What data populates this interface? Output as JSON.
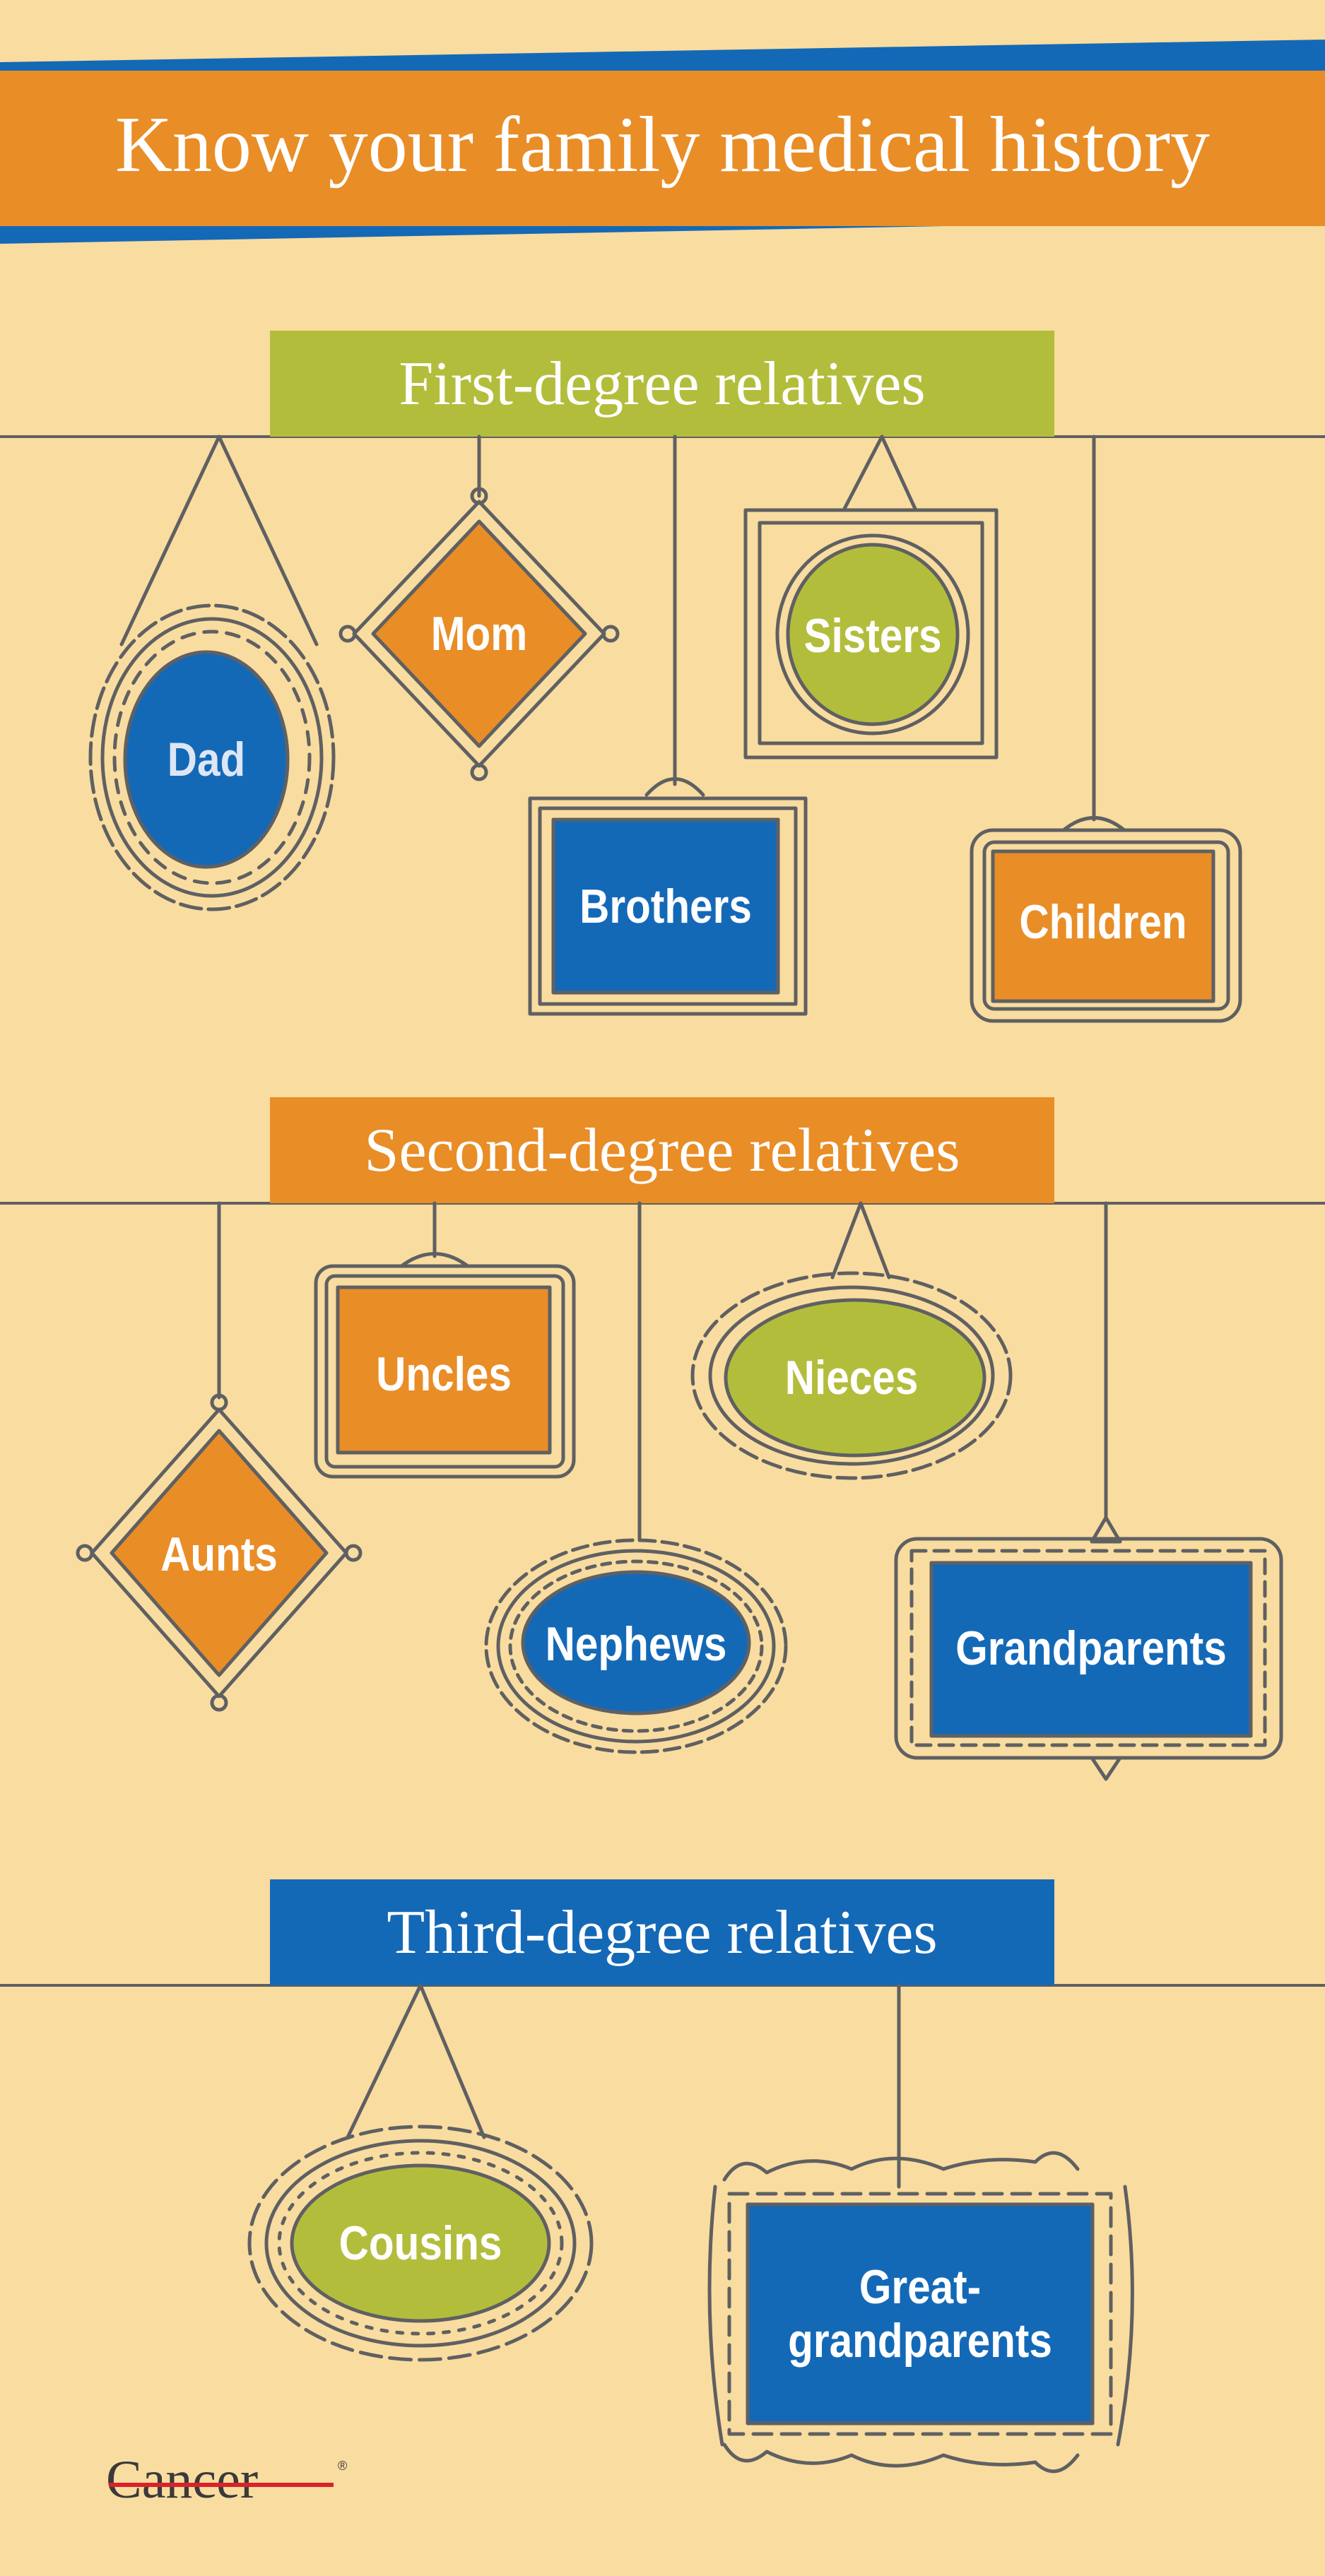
{
  "colors": {
    "background": "#f9dc9f",
    "orange": "#e98d27",
    "blue": "#1469b7",
    "green": "#b3bd3c",
    "line": "#5f6062",
    "logo_red": "#d8232a"
  },
  "header": {
    "title": "Know your family medical history"
  },
  "sections": {
    "first": {
      "label": "First-degree relatives",
      "frames": {
        "dad": "Dad",
        "mom": "Mom",
        "brothers": "Brothers",
        "sisters": "Sisters",
        "children": "Children"
      }
    },
    "second": {
      "label": "Second-degree relatives",
      "frames": {
        "uncles": "Uncles",
        "aunts": "Aunts",
        "nephews": "Nephews",
        "nieces": "Nieces",
        "grandparents": "Grandparents"
      }
    },
    "third": {
      "label": "Third-degree relatives",
      "frames": {
        "cousins": "Cousins",
        "great_line1": "Great-",
        "great_line2": "grandparents"
      }
    }
  },
  "logo": {
    "text": "Cancer",
    "mark": "®"
  }
}
